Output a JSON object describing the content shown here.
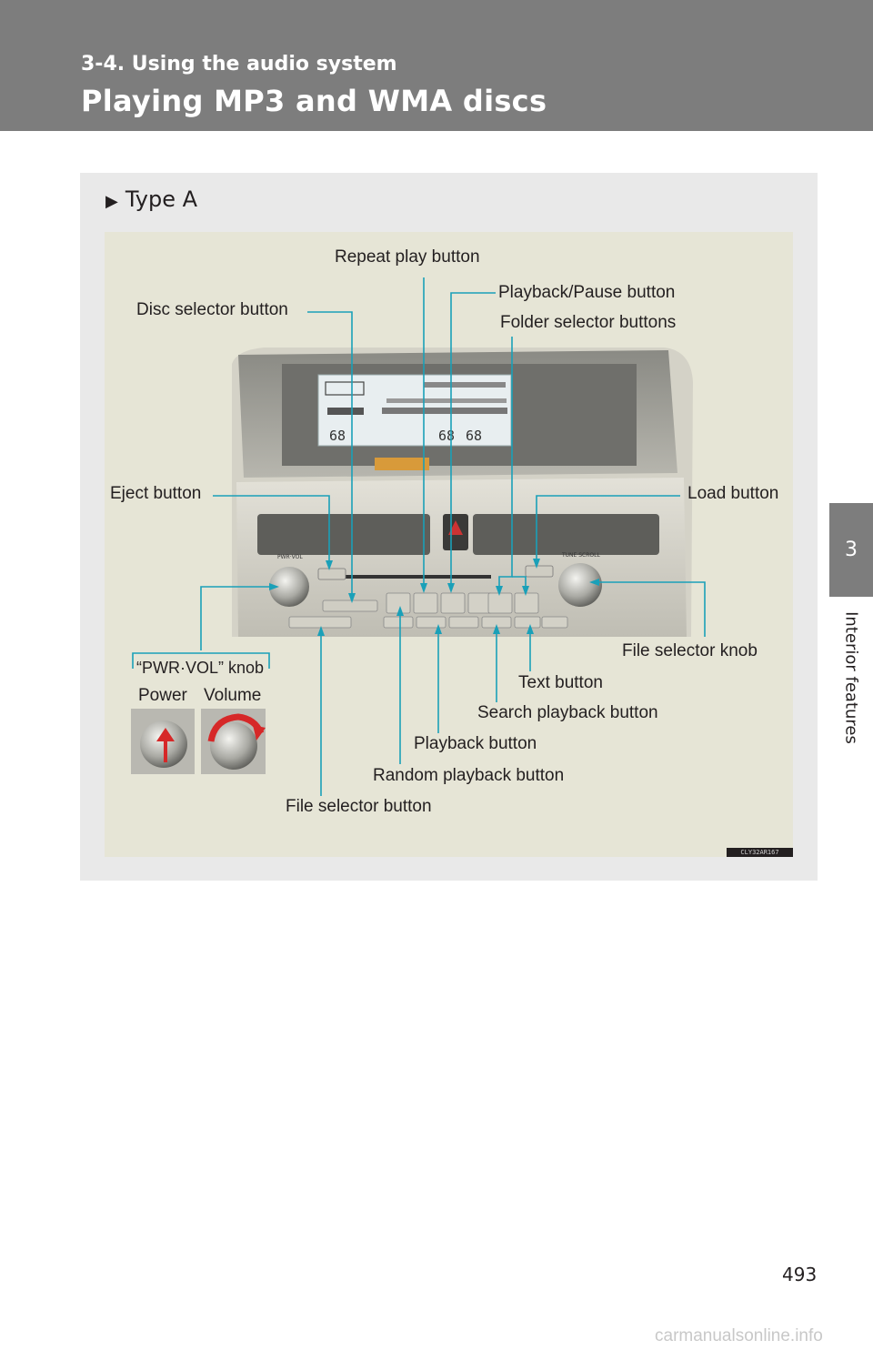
{
  "header": {
    "section": "3-4. Using the audio system",
    "title": "Playing MP3 and WMA discs"
  },
  "side_tab": {
    "number": "3",
    "label": "Interior features"
  },
  "figure": {
    "type_label": "Type A",
    "labels": {
      "repeat_play": "Repeat play button",
      "playback_pause": "Playback/Pause button",
      "disc_selector": "Disc selector button",
      "folder_selector": "Folder selector buttons",
      "eject": "Eject button",
      "load": "Load button",
      "file_selector_knob": "File selector knob",
      "pwr_vol_knob": "“PWR·VOL” knob",
      "power": "Power",
      "volume": "Volume",
      "text_button": "Text button",
      "search_playback": "Search playback button",
      "playback": "Playback button",
      "random_playback": "Random playback button",
      "file_selector_button": "File selector button"
    },
    "image_code": "CLY32AR167",
    "panel_texts": {
      "pwr_vol": "PWR·VOL",
      "tune_scroll": "TUNE·SCROLL"
    },
    "colors": {
      "callout_line": "#1aa0b8",
      "panel": "#d8d6cc",
      "screen": "#e8eef0"
    }
  },
  "page_number": "493",
  "watermark": "carmanualsonline.info"
}
